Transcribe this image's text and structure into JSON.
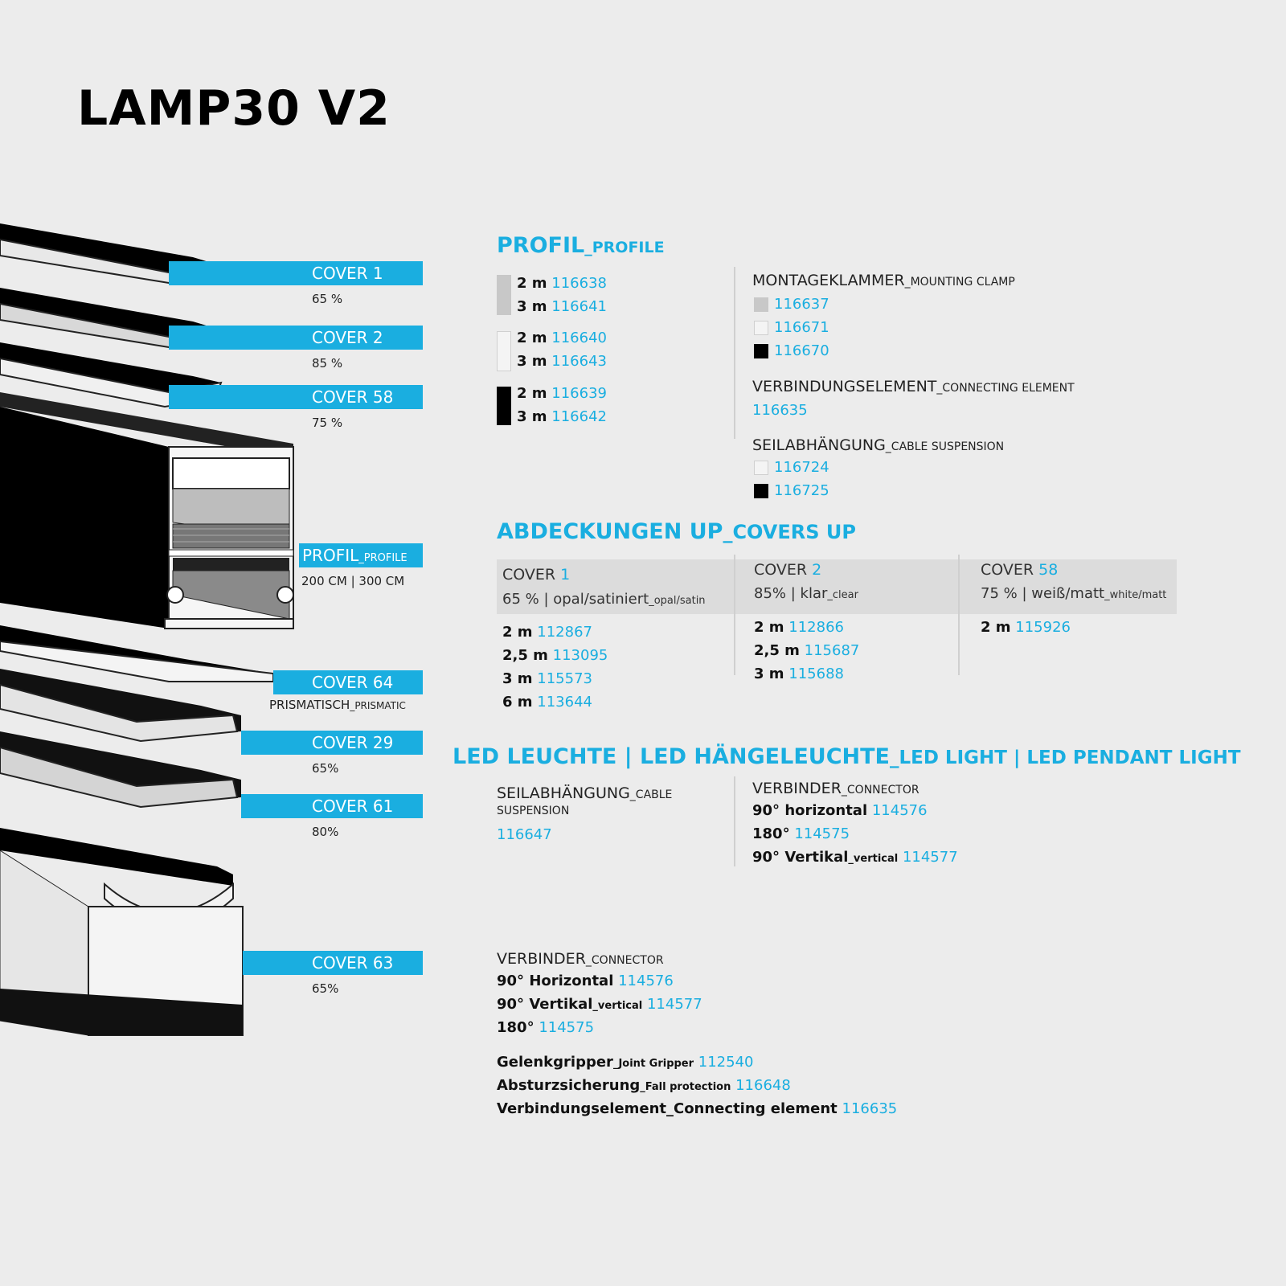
{
  "title": "LAMP30 V2",
  "covers_left": [
    {
      "name": "COVER 1",
      "note": "65 %"
    },
    {
      "name": "COVER 2",
      "note": "85 %"
    },
    {
      "name": "COVER 58",
      "note": "75 %"
    },
    {
      "name": "PROFIL",
      "name_small": "_PROFILE",
      "note": "200 CM | 300 CM"
    },
    {
      "name": "COVER 64",
      "note": "PRISMATISCH",
      "note_small": "_PRISMATIC"
    },
    {
      "name": "COVER 29",
      "note": "65%"
    },
    {
      "name": "COVER 61",
      "note": "80%"
    },
    {
      "name": "COVER 63",
      "note": "65%"
    }
  ],
  "profil": {
    "heading": "PROFIL",
    "heading_small": "_PROFILE",
    "groups": [
      {
        "swatch": "#c8c8c8",
        "rows": [
          {
            "len": "2 m",
            "code": "116638"
          },
          {
            "len": "3 m",
            "code": "116641"
          }
        ]
      },
      {
        "swatch": "#f4f4f4",
        "rows": [
          {
            "len": "2 m",
            "code": "116640"
          },
          {
            "len": "3 m",
            "code": "116643"
          }
        ]
      },
      {
        "swatch": "#000000",
        "rows": [
          {
            "len": "2 m",
            "code": "116639"
          },
          {
            "len": "3 m",
            "code": "116642"
          }
        ]
      }
    ]
  },
  "montage": {
    "heading": "MONTAGEKLAMMER",
    "heading_small": "_MOUNTING CLAMP",
    "items": [
      {
        "swatch": "#c8c8c8",
        "code": "116637"
      },
      {
        "swatch": "#f4f4f4",
        "code": "116671"
      },
      {
        "swatch": "#000000",
        "code": "116670"
      }
    ]
  },
  "verbindungselement": {
    "heading": "VERBINDUNGSELEMENT",
    "heading_small": "_CONNECTING ELEMENT",
    "code": "116635"
  },
  "seil": {
    "heading": "SEILABHÄNGUNG",
    "heading_small": "_CABLE SUSPENSION",
    "items": [
      {
        "swatch": "#f4f4f4",
        "code": "116724"
      },
      {
        "swatch": "#000000",
        "code": "116725"
      }
    ]
  },
  "covers_up": {
    "heading": "ABDECKUNGEN UP",
    "heading_small": "_COVERS UP",
    "columns": [
      {
        "label": "COVER ",
        "num": "1",
        "desc": "65 % | opal/satiniert",
        "desc_small": "_opal/satin",
        "rows": [
          {
            "len": "2 m",
            "code": "112867"
          },
          {
            "len": "2,5 m",
            "code": "113095"
          },
          {
            "len": "3 m",
            "code": "115573"
          },
          {
            "len": "6 m",
            "code": "113644"
          }
        ]
      },
      {
        "label": "COVER ",
        "num": "2",
        "desc": "85% | klar",
        "desc_small": "_clear",
        "rows": [
          {
            "len": "2 m",
            "code": "112866"
          },
          {
            "len": "2,5 m",
            "code": "115687"
          },
          {
            "len": "3 m",
            "code": "115688"
          }
        ]
      },
      {
        "label": "COVER ",
        "num": "58",
        "desc": "75 % | weiß/matt",
        "desc_small": "_white/matt",
        "rows": [
          {
            "len": "2 m",
            "code": "115926"
          }
        ]
      }
    ]
  },
  "led": {
    "heading": "LED LEUCHTE | LED HÄNGELEUCHTE",
    "heading_small": "_LED LIGHT | LED  PENDANT LIGHT",
    "seil_heading": "SEILABHÄNGUNG",
    "seil_small_1": "_CABLE",
    "seil_small_2": "SUSPENSION",
    "seil_code": "116647",
    "verbinder_heading": "VERBINDER",
    "verbinder_small": "_CONNECTOR",
    "verbinder_rows": [
      {
        "label": "90° horizontal",
        "label_small": "",
        "code": "114576"
      },
      {
        "label": "180°",
        "label_small": "",
        "code": "114575"
      },
      {
        "label": "90° Vertikal",
        "label_small": "_vertical",
        "code": "114577"
      }
    ]
  },
  "bottom": {
    "verbinder_heading": "VERBINDER",
    "verbinder_small": "_CONNECTOR",
    "verbinder_rows": [
      {
        "label": "90° Horizontal",
        "label_small": "",
        "code": "114576"
      },
      {
        "label": "90° Vertikal",
        "label_small": "_vertical",
        "code": "114577"
      },
      {
        "label": "180°",
        "label_small": "",
        "code": "114575"
      }
    ],
    "extra_rows": [
      {
        "label": "Gelenkgripper",
        "label_small": "_Joint Gripper",
        "code": "112540"
      },
      {
        "label": "Absturzsicherung",
        "label_small": "_Fall protection",
        "code": "116648"
      },
      {
        "label": "Verbindungselement_Connecting element",
        "label_small": "",
        "code": "116635"
      }
    ]
  },
  "colors": {
    "accent": "#1aaee0",
    "background": "#ececec"
  }
}
